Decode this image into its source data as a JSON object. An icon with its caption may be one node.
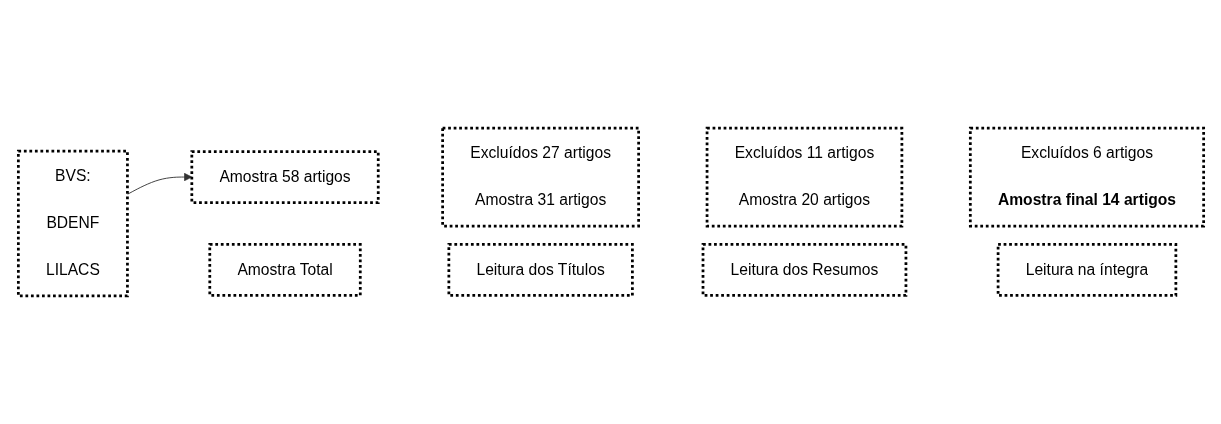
{
  "diagram": {
    "nodes": [
      {
        "text": [
          "BVS:",
          "BDENF",
          "LILACS"
        ]
      },
      {
        "text": [
          "Amostra Total"
        ]
      },
      {
        "text": [
          "Leitura dos Títulos"
        ]
      },
      {
        "text": [
          "Leitura dos Resumos"
        ]
      },
      {
        "text": [
          "Leitura na íntegra"
        ]
      },
      {
        "text": [
          "Amostra 58 artigos"
        ]
      },
      {
        "text": [
          "Excluídos 27 artigos",
          "Amostra 31 artigos"
        ]
      },
      {
        "text": [
          "Excluídos 11 artigos",
          "Amostra 20 artigos"
        ]
      },
      {
        "text": [
          "Excluídos 6 artigos",
          "Amostra final 14 artigos"
        ]
      }
    ],
    "edges": [
      {
        "from": 0,
        "to": 5,
        "arrow": "to"
      }
    ]
  }
}
